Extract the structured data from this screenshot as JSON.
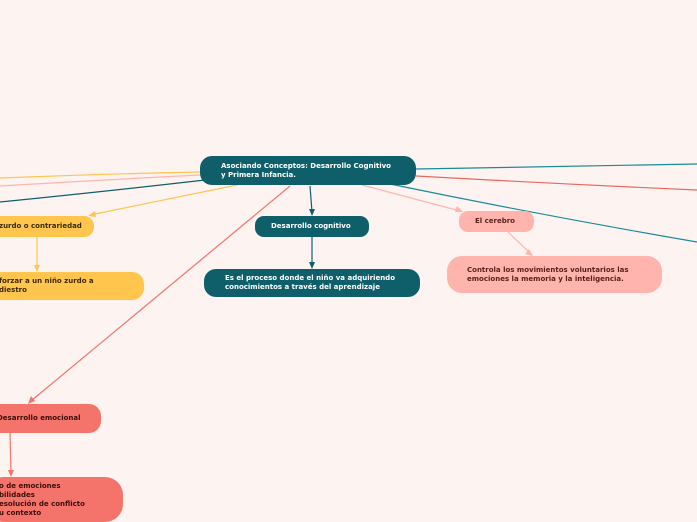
{
  "root": {
    "label": "Asociando Conceptos: Desarrollo Cognitivo\ny Primera Infancia."
  },
  "left_branch": {
    "topic": "zurdo o contrariedad",
    "detail": "forzar a un niño zurdo a\ndiestro"
  },
  "center_branch": {
    "topic": "Desarrollo cognitivo",
    "detail": "Es el proceso donde el niño va adquiriendo\nconocimientos a través del aprendizaje"
  },
  "right_branch": {
    "topic": "El cerebro",
    "detail": "Controla los movimientos voluntarios las\nemociones la memoria y la inteligencia."
  },
  "bottom_branch": {
    "topic": "Desarrollo emocional",
    "detail": "o de emociones\nbilidades\nesolución de conflicto\nu contexto"
  },
  "colors": {
    "background": "#fdf3f1",
    "teal": "#0f5f6b",
    "yellow": "#ffc54d",
    "pink": "#ffb4ad",
    "red": "#f4736a"
  }
}
